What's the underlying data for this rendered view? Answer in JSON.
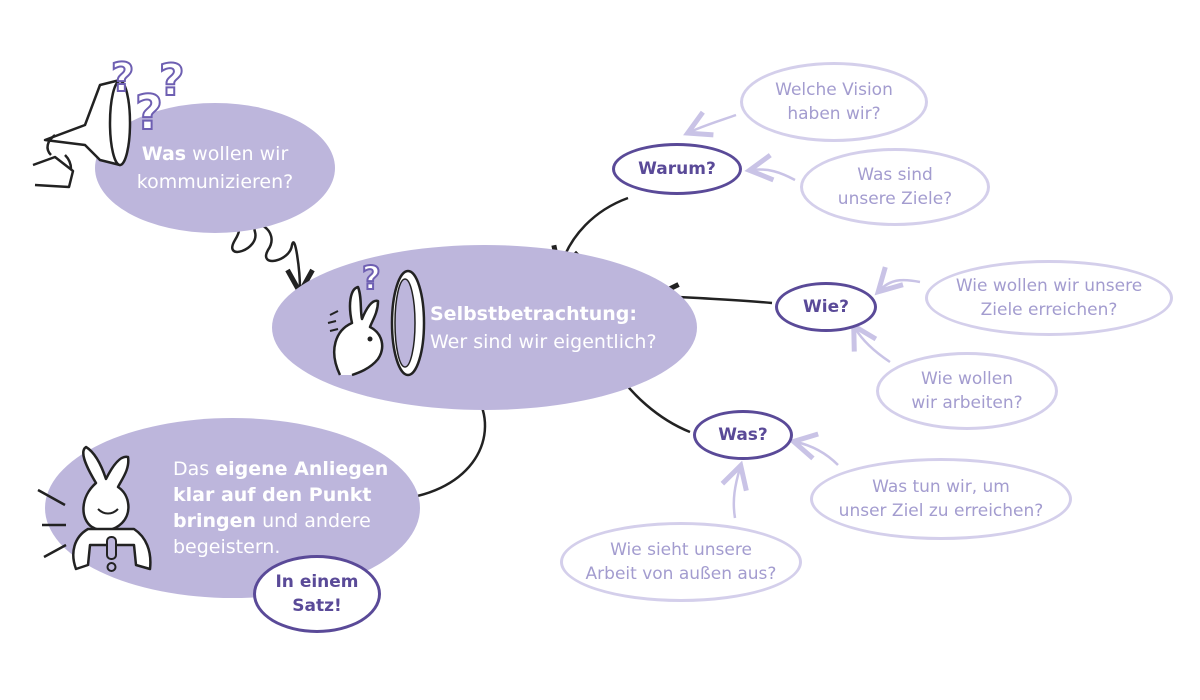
{
  "communicate": {
    "bold": "Was",
    "rest_line1": " wollen wir",
    "line2": "kommunizieren?"
  },
  "center": {
    "line1": "Selbstbetrachtung:",
    "line2": "Wer sind wir eigentlich?"
  },
  "result": {
    "l1_pre": "Das ",
    "l1_bold": "eigene Anliegen",
    "l2_bold": "klar auf den Punkt",
    "l3_bold": "bringen",
    "l3_rest": " und andere",
    "l4": "begeistern."
  },
  "one_sentence": {
    "line1": "In einem",
    "line2": "Satz!"
  },
  "key_questions": {
    "why": "Warum?",
    "how": "Wie?",
    "what": "Was?"
  },
  "why_questions": {
    "vision_l1": "Welche Vision",
    "vision_l2": "haben wir?",
    "goals_l1": "Was sind",
    "goals_l2": "unsere Ziele?"
  },
  "how_questions": {
    "reach_l1": "Wie wollen wir unsere",
    "reach_l2": "Ziele erreichen?",
    "work_l1": "Wie wollen",
    "work_l2": "wir arbeiten?"
  },
  "what_questions": {
    "do_l1": "Was tun wir, um",
    "do_l2": "unser Ziel zu erreichen?",
    "outside_l1": "Wie sieht unsere",
    "outside_l2": "Arbeit von außen aus?"
  },
  "colors": {
    "blob": "#bdb6dc",
    "key_border": "#5a4a98",
    "question_outline": "#d4cfeb",
    "question_text": "#a39ccf"
  },
  "icons": [
    "megaphone-icon",
    "question-marks-icon",
    "rabbit-mirror-icon",
    "rabbit-exclamation-icon"
  ]
}
